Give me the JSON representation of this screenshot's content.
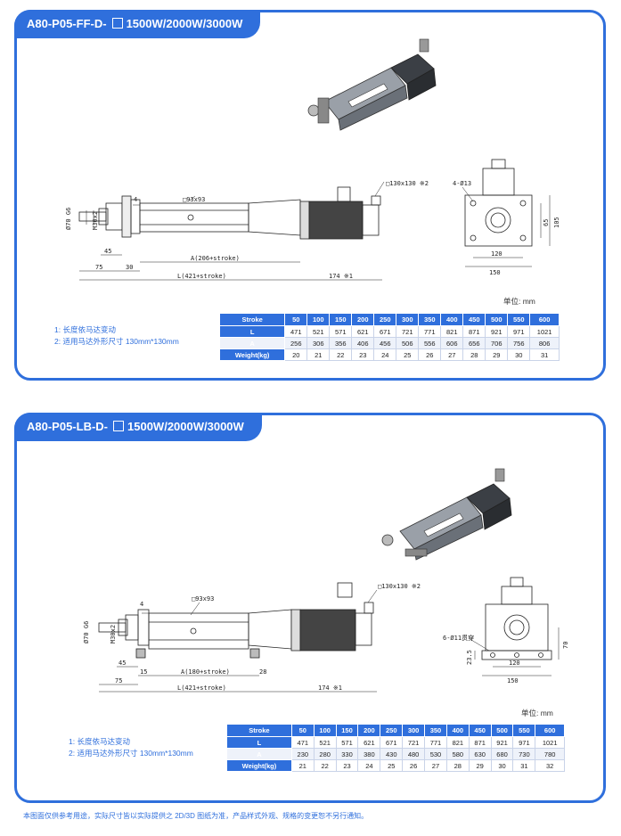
{
  "panel1": {
    "title_prefix": "A80-P05-FF-D-",
    "title_suffix": "1500W/2000W/3000W",
    "labels": {
      "profile": "□93x93",
      "motor": "□130x130 ※2",
      "dia": "Ø70 G6",
      "thread": "M30x2",
      "t4": "4",
      "d45": "45",
      "d75": "75",
      "d30": "30",
      "a": "A(206+stroke)",
      "l": "L(421+stroke)",
      "m174": "174 ※1",
      "holes": "4-Ø13",
      "h65": "65",
      "h105": "105",
      "w120": "120",
      "w150": "150"
    },
    "unit": "单位: mm",
    "notes": [
      "1: 长度依马达变动",
      "2: 适用马达外形尺寸 130mm*130mm"
    ],
    "table": {
      "headers": [
        "Stroke",
        "50",
        "100",
        "150",
        "200",
        "250",
        "300",
        "350",
        "400",
        "450",
        "500",
        "550",
        "600"
      ],
      "rows": [
        [
          "L",
          "471",
          "521",
          "571",
          "621",
          "671",
          "721",
          "771",
          "821",
          "871",
          "921",
          "971",
          "1021"
        ],
        [
          "A",
          "256",
          "306",
          "356",
          "406",
          "456",
          "506",
          "556",
          "606",
          "656",
          "706",
          "756",
          "806"
        ],
        [
          "Weight(kg)",
          "20",
          "21",
          "22",
          "23",
          "24",
          "25",
          "26",
          "27",
          "28",
          "29",
          "30",
          "31"
        ]
      ]
    }
  },
  "panel2": {
    "title_prefix": "A80-P05-LB-D-",
    "title_suffix": "1500W/2000W/3000W",
    "labels": {
      "profile": "□93x93",
      "motor": "□130x130 ※2",
      "dia": "Ø70 G6",
      "thread": "M30x2",
      "t4": "4",
      "d45": "45",
      "d75": "75",
      "d15": "15",
      "a": "A(180+stroke)",
      "d28": "28",
      "l": "L(421+stroke)",
      "m174": "174 ※1",
      "holes": "6-Ø11贯穿",
      "h70": "70",
      "h235": "23.5",
      "w120": "120",
      "w150": "150"
    },
    "unit": "单位: mm",
    "notes": [
      "1: 长度依马达变动",
      "2: 适用马达外形尺寸 130mm*130mm"
    ],
    "table": {
      "headers": [
        "Stroke",
        "50",
        "100",
        "150",
        "200",
        "250",
        "300",
        "350",
        "400",
        "450",
        "500",
        "550",
        "600"
      ],
      "rows": [
        [
          "L",
          "471",
          "521",
          "571",
          "621",
          "671",
          "721",
          "771",
          "821",
          "871",
          "921",
          "971",
          "1021"
        ],
        [
          "A",
          "230",
          "280",
          "330",
          "380",
          "430",
          "480",
          "530",
          "580",
          "630",
          "680",
          "730",
          "780"
        ],
        [
          "Weight(kg)",
          "21",
          "22",
          "23",
          "24",
          "25",
          "26",
          "27",
          "28",
          "29",
          "30",
          "31",
          "32"
        ]
      ]
    }
  },
  "footer": "本图面仅供参考用途，实际尺寸皆以实际提供之 2D/3D 图纸为准，产品样式外观、规格的变更恕不另行通知。"
}
